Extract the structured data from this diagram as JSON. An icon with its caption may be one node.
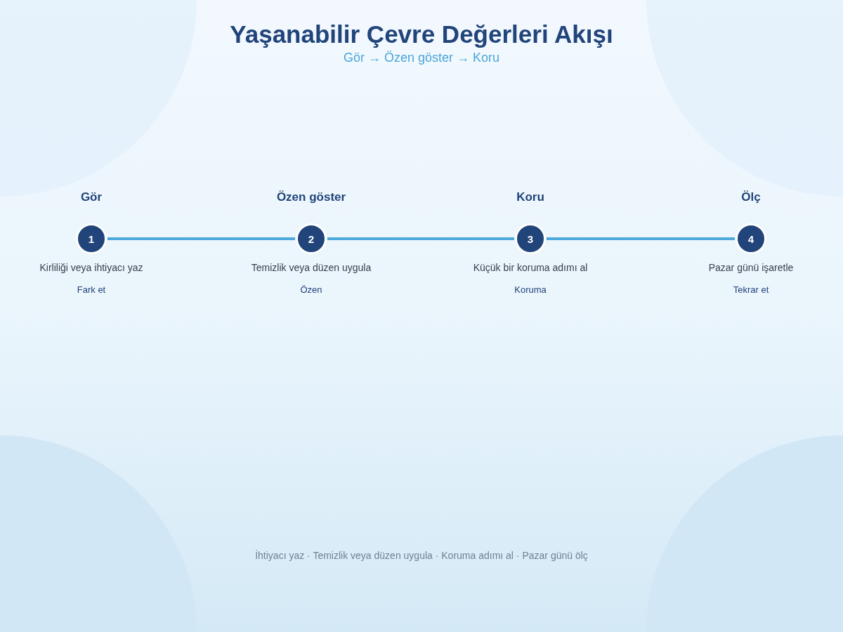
{
  "diagram": {
    "title": "Yaşanabilir Çevre Değerleri Akışı",
    "nodes": [
      {
        "text": [
          "1"
        ],
        "beside": [
          "Gör",
          "Kirliliği veya ihtiyacı yaz",
          "Fark et"
        ]
      },
      {
        "text": [
          "2"
        ],
        "beside": [
          "Özen göster",
          "Temizlik veya düzen uygula",
          "Özen"
        ]
      },
      {
        "text": [
          "3"
        ],
        "beside": [
          "Koru",
          "Küçük bir koruma adımı al",
          "Koruma"
        ]
      },
      {
        "text": [
          "4"
        ],
        "beside": [
          "Ölç",
          "Pazar günü işaretle",
          "Tekrar et"
        ]
      }
    ],
    "edges": [
      {
        "from": 0,
        "to": 1,
        "arrow": "none"
      },
      {
        "from": 1,
        "to": 2,
        "arrow": "none"
      },
      {
        "from": 2,
        "to": 3,
        "arrow": "none"
      }
    ],
    "labels": [
      "Gör → Özen göster → Koru",
      "İhtiyacı yaz · Temizlik veya düzen uygula · Koruma adımı al · Pazar günü ölç"
    ]
  }
}
